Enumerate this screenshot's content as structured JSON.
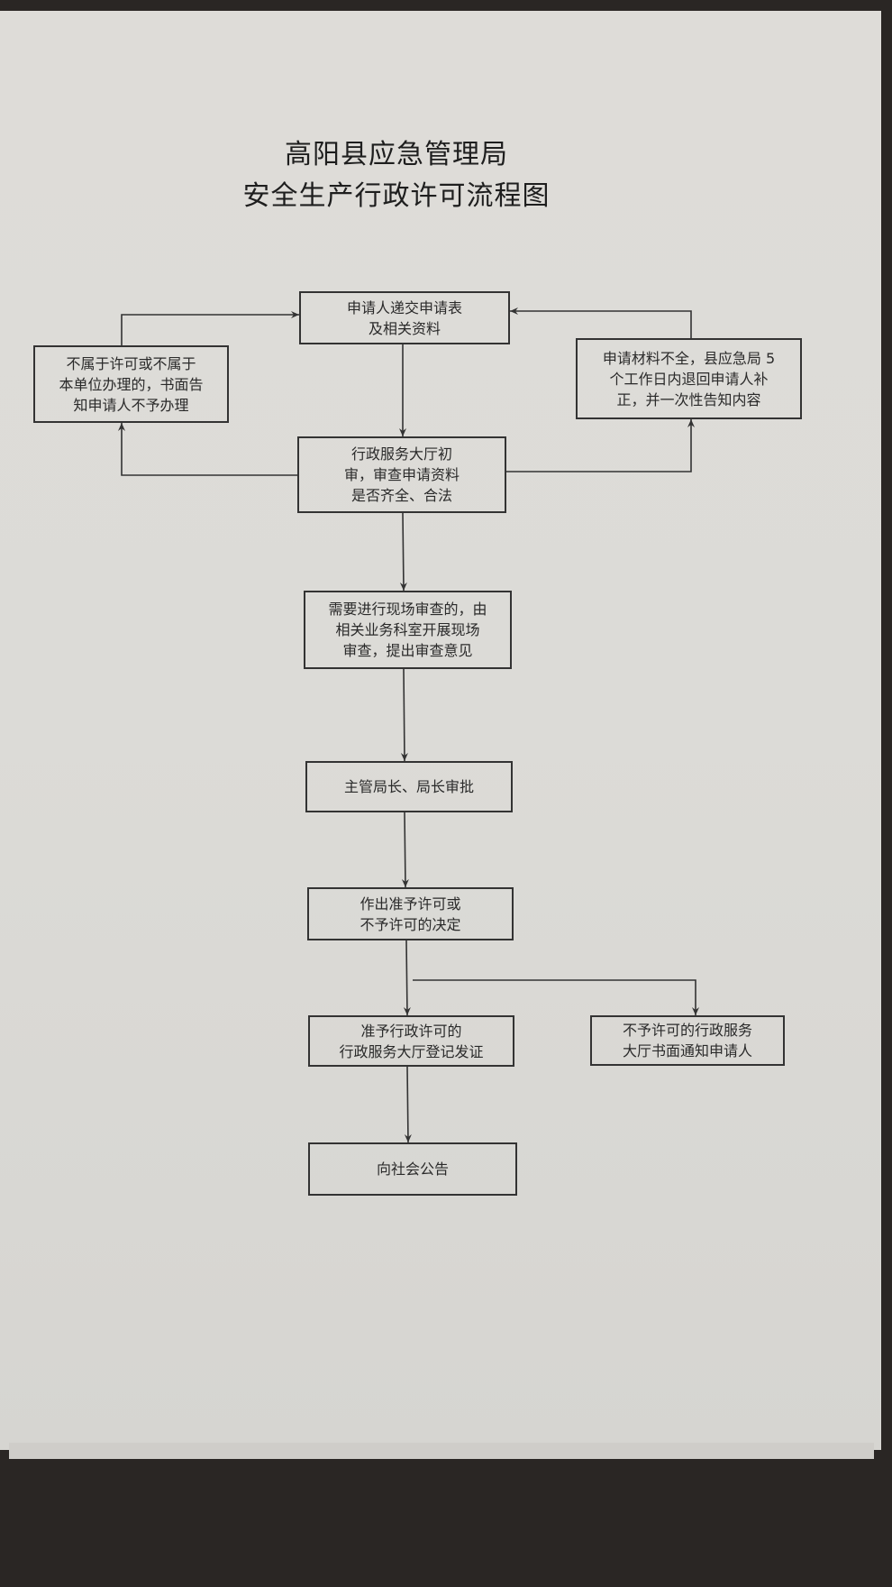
{
  "title": {
    "line1": "高阳县应急管理局",
    "line2": "安全生产行政许可流程图"
  },
  "nodes": {
    "submit": "申请人递交申请表\n及相关资料",
    "reject_scope": "不属于许可或不属于\n本单位办理的，书面告\n知申请人不予办理",
    "incomplete": "申请材料不全，县应急局 5\n个工作日内退回申请人补\n正，并一次性告知内容",
    "initial_review": "行政服务大厅初\n审，审查申请资料\n是否齐全、合法",
    "site_review": "需要进行现场审查的，由\n相关业务科室开展现场\n审查，提出审查意见",
    "approval": "主管局长、局长审批",
    "decision": "作出准予许可或\n不予许可的决定",
    "granted": "准予行政许可的\n行政服务大厅登记发证",
    "denied": "不予许可的行政服务\n大厅书面通知申请人",
    "announce": "向社会公告"
  }
}
